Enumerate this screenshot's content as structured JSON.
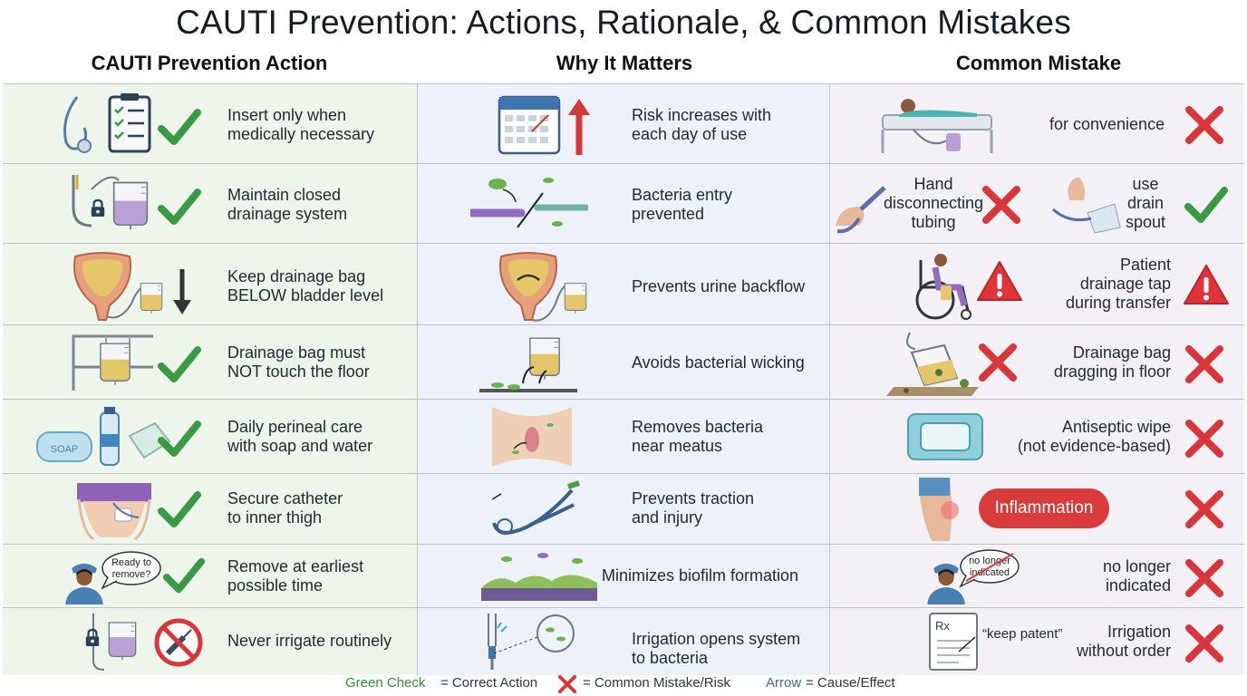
{
  "title": "CAUTI Prevention: Actions, Rationale, & Common Mistakes",
  "columns": {
    "action": "CAUTI Prevention Action",
    "why": "Why It Matters",
    "mistake": "Common Mistake"
  },
  "rows": [
    {
      "action": "Insert only when\nmedically necessary",
      "why": "Risk increases with\neach day of use",
      "mistake": "for convenience"
    },
    {
      "action": "Maintain closed\ndrainage system",
      "why": "Bacteria entry\nprevented",
      "mistake_wrong": "Hand\ndisconnecting\ntubing",
      "mistake_right": "use\ndrain\nspout"
    },
    {
      "action": "Keep drainage bag\nBELOW bladder level",
      "why": "Prevents urine backflow",
      "mistake": "Patient\ndrainage tap\nduring transfer"
    },
    {
      "action": "Drainage bag must\nNOT touch the floor",
      "why": "Avoids bacterial wicking",
      "mistake": "Drainage bag\ndragging in floor"
    },
    {
      "action": "Daily perineal care\nwith soap and water",
      "why": "Removes bacteria\nnear meatus",
      "mistake": "Antiseptic wipe\n(not evidence-based)"
    },
    {
      "action": "Secure catheter\nto inner thigh",
      "why": "Prevents traction\nand injury",
      "mistake": "Inflammation"
    },
    {
      "action": "Remove at earliest\npossible time",
      "why": "Minimizes biofilm formation",
      "mistake": "no longer\nindicated"
    },
    {
      "action": "Never irrigate routinely",
      "why": "Irrigation opens system\nto bacteria",
      "mistake": "Irrigation\nwithout order"
    }
  ],
  "bubbles": {
    "soap_label": "SOAP",
    "nurse_question": "Ready to\nremove?",
    "nurse_crossed": "no longer\nindicated",
    "rx_symbol": "Rx",
    "keep_patent": "“keep patent”"
  },
  "legend": {
    "green_check": "Green Check",
    "green_check_desc": "= Correct Action",
    "x_desc": "= Common Mistake/Risk",
    "arrow": "Arrow",
    "arrow_desc": "= Cause/Effect"
  },
  "colors": {
    "check": "#3a9a44",
    "cross": "#d9363b",
    "warning": "#e0343a",
    "arrow_red": "#d23a3a",
    "col1_bg": "#eef6ec",
    "col2_bg": "#edf2f8",
    "col3_bg": "#f3f1f6",
    "urine": "#e5c76b",
    "bag_purple": "#b9a1d6"
  },
  "icons": [
    "check-icon",
    "cross-icon",
    "warning-icon",
    "up-arrow-icon",
    "down-arrow-icon",
    "calendar-icon",
    "catheter-icon",
    "clipboard-icon",
    "drainage-bag-icon",
    "lock-icon",
    "bladder-icon",
    "bed-icon",
    "soap-icon",
    "water-bottle-icon",
    "towel-icon",
    "nurse-icon",
    "no-syringe-icon",
    "wheelchair-icon",
    "wipe-pack-icon",
    "prescription-icon"
  ]
}
